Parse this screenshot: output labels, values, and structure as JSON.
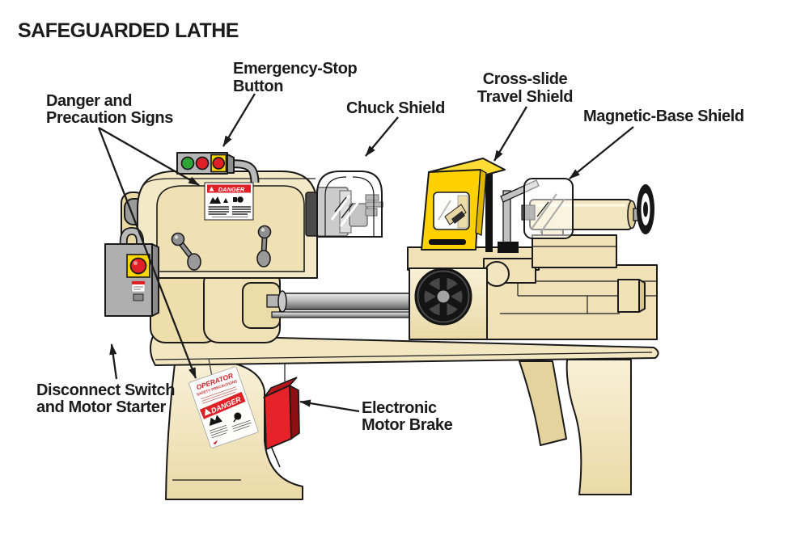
{
  "title": "SAFEGUARDED LATHE",
  "labels": {
    "emergency_stop": {
      "line1": "Emergency-Stop",
      "line2": "Button"
    },
    "danger_signs": {
      "line1": "Danger and",
      "line2": "Precaution Signs"
    },
    "chuck_shield": {
      "line1": "Chuck Shield"
    },
    "cross_slide_shield": {
      "line1": "Cross-slide",
      "line2": "Travel Shield"
    },
    "magnetic_base_shield": {
      "line1": "Magnetic-Base Shield"
    },
    "disconnect_switch": {
      "line1": "Disconnect Switch",
      "line2": "and Motor Starter"
    },
    "motor_brake": {
      "line1": "Electronic",
      "line2": "Motor Brake"
    }
  },
  "stickers": {
    "headstock_danger_text": "DANGER",
    "operator_sign_title": "OPERATOR",
    "operator_sign_subtitle": "SAFETY PRECAUTIONS",
    "operator_sign_banner": "DANGER"
  },
  "colors": {
    "machine_body": "#F2E6C0",
    "machine_body_dark": "#E7D6A2",
    "shield_yellow": "#FFD100",
    "shield_yellow_dark": "#E0B600",
    "safety_red": "#DE2127",
    "brake_red_front": "#E62329",
    "brake_red_side": "#8E0E12",
    "button_green": "#2FA437",
    "estop_yellow": "#FFD600",
    "metal_gray": "#AFAFAF",
    "metal_gray_dark": "#8C8C8C",
    "line_black": "#1A1A1A"
  }
}
